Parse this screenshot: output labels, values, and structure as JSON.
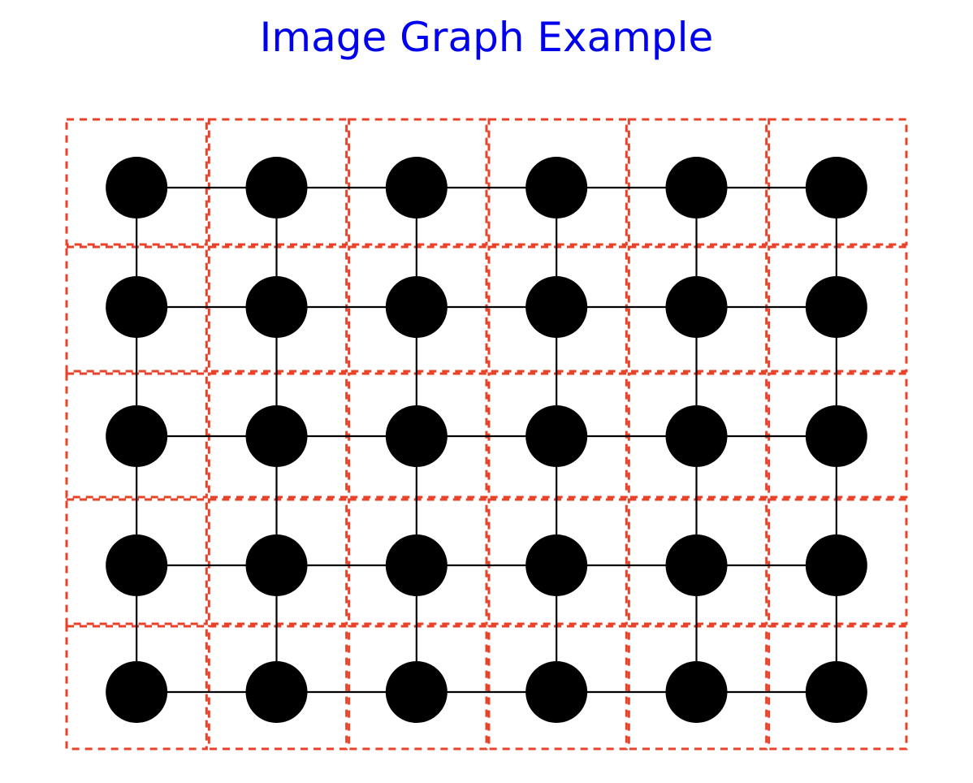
{
  "title": "Image Graph Example",
  "colors": {
    "title": "#0000ee",
    "grid_dashes": "#e8432a",
    "node_fill": "#000000",
    "edge_stroke": "#000000",
    "background": "#ffffff"
  },
  "graph": {
    "rows": 5,
    "cols": 6,
    "connectivity": "4-neighbour",
    "node_shape": "filled-circle",
    "pixel_cell_border": "dashed"
  }
}
